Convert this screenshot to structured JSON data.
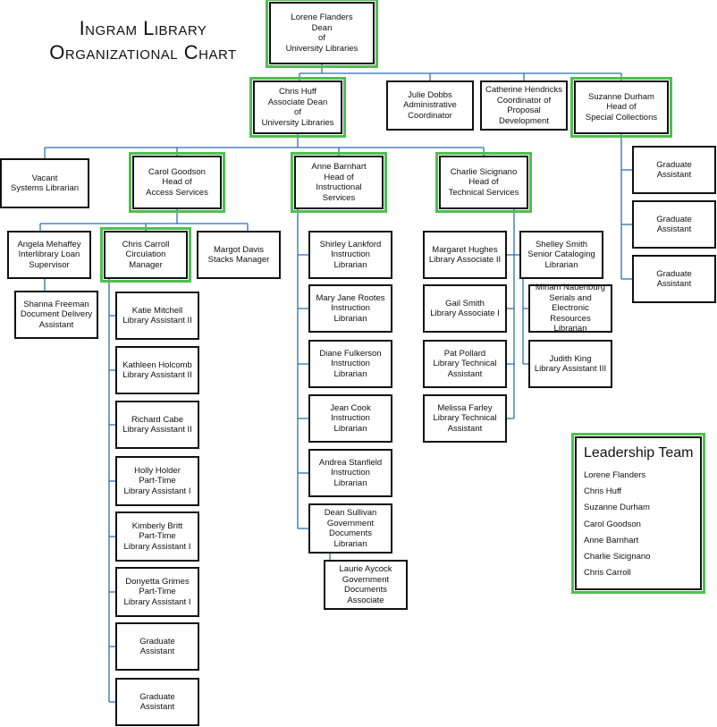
{
  "title": {
    "line1": "Ingram Library",
    "line2": "Organizational Chart"
  },
  "connector_color": "#2b6fb3",
  "leadership_color": "#4fbf4f",
  "units": [
    {
      "id": "dean",
      "lines": [
        "Lorene Flanders",
        "Dean",
        "of",
        "University Libraries"
      ],
      "leadership": true
    },
    {
      "id": "assoc-dean",
      "lines": [
        "Chris Huff",
        "Associate Dean",
        "of",
        "University Libraries"
      ],
      "leadership": true
    },
    {
      "id": "admin-coord",
      "lines": [
        "Julie Dobbs",
        "Administrative",
        "Coordinator"
      ],
      "leadership": false
    },
    {
      "id": "prop-dev",
      "lines": [
        "Catherine Hendricks",
        "Coordinator of",
        "Proposal",
        "Development"
      ],
      "leadership": false
    },
    {
      "id": "special-coll",
      "lines": [
        "Suzanne Durham",
        "Head of",
        "Special Collections"
      ],
      "leadership": true
    },
    {
      "id": "sc-ga-1",
      "lines": [
        "Graduate",
        "Assistant"
      ],
      "leadership": false
    },
    {
      "id": "sc-ga-2",
      "lines": [
        "Graduate",
        "Assistant"
      ],
      "leadership": false
    },
    {
      "id": "sc-ga-3",
      "lines": [
        "Graduate",
        "Assistant"
      ],
      "leadership": false
    },
    {
      "id": "systems",
      "lines": [
        "Vacant",
        "Systems Librarian"
      ],
      "leadership": false
    },
    {
      "id": "access",
      "lines": [
        "Carol Goodson",
        "Head of",
        "Access Services"
      ],
      "leadership": true
    },
    {
      "id": "instruction",
      "lines": [
        "Anne Barnhart",
        "Head of",
        "Instructional",
        "Services"
      ],
      "leadership": true
    },
    {
      "id": "technical",
      "lines": [
        "Charlie Sicignano",
        "Head of",
        "Technical Services"
      ],
      "leadership": true
    },
    {
      "id": "ill",
      "lines": [
        "Angela Mehaffey",
        "Interlibrary Loan",
        "Supervisor"
      ],
      "leadership": false
    },
    {
      "id": "circulation",
      "lines": [
        "Chris Carroll",
        "Circulation",
        "Manager"
      ],
      "leadership": true
    },
    {
      "id": "stacks",
      "lines": [
        "Margot Davis",
        "Stacks Manager"
      ],
      "leadership": false
    },
    {
      "id": "doc-delivery",
      "lines": [
        "Shanna Freeman",
        "Document Delivery",
        "Assistant"
      ],
      "leadership": false
    },
    {
      "id": "circ-1",
      "lines": [
        "Katie Mitchell",
        "Library Assistant II"
      ],
      "leadership": false
    },
    {
      "id": "circ-2",
      "lines": [
        "Kathleen Holcomb",
        "Library Assistant II"
      ],
      "leadership": false
    },
    {
      "id": "circ-3",
      "lines": [
        "Richard Cabe",
        "Library Assistant II"
      ],
      "leadership": false
    },
    {
      "id": "circ-4",
      "lines": [
        "Holly Holder",
        "Part-Time",
        "Library Assistant I"
      ],
      "leadership": false
    },
    {
      "id": "circ-5",
      "lines": [
        "Kimberly Britt",
        "Part-Time",
        "Library Assistant I"
      ],
      "leadership": false
    },
    {
      "id": "circ-6",
      "lines": [
        "Donyetta Grimes",
        "Part-Time",
        "Library Assistant I"
      ],
      "leadership": false
    },
    {
      "id": "circ-7",
      "lines": [
        "Graduate",
        "Assistant"
      ],
      "leadership": false
    },
    {
      "id": "circ-8",
      "lines": [
        "Graduate",
        "Assistant"
      ],
      "leadership": false
    },
    {
      "id": "inst-1",
      "lines": [
        "Shirley Lankford",
        "Instruction",
        "Librarian"
      ],
      "leadership": false
    },
    {
      "id": "inst-2",
      "lines": [
        "Mary Jane Rootes",
        "Instruction",
        "Librarian"
      ],
      "leadership": false
    },
    {
      "id": "inst-3",
      "lines": [
        "Diane Fulkerson",
        "Instruction",
        "Librarian"
      ],
      "leadership": false
    },
    {
      "id": "inst-4",
      "lines": [
        "Jean Cook",
        "Instruction",
        "Librarian"
      ],
      "leadership": false
    },
    {
      "id": "inst-5",
      "lines": [
        "Andrea Stanfield",
        "Instruction",
        "Librarian"
      ],
      "leadership": false
    },
    {
      "id": "inst-6",
      "lines": [
        "Dean Sullivan",
        "Government",
        "Documents",
        "Librarian"
      ],
      "leadership": false
    },
    {
      "id": "gov-docs",
      "lines": [
        "Laurie Aycock",
        "Government",
        "Documents",
        "Associate"
      ],
      "leadership": false
    },
    {
      "id": "tech-1",
      "lines": [
        "Margaret Hughes",
        "Library Associate II"
      ],
      "leadership": false
    },
    {
      "id": "tech-2",
      "lines": [
        "Gail Smith",
        "Library Associate I"
      ],
      "leadership": false
    },
    {
      "id": "tech-3",
      "lines": [
        "Pat Pollard",
        "Library Technical",
        "Assistant"
      ],
      "leadership": false
    },
    {
      "id": "tech-4",
      "lines": [
        "Melissa Farley",
        "Library Technical",
        "Assistant"
      ],
      "leadership": false
    },
    {
      "id": "cataloging",
      "lines": [
        "Shelley Smith",
        "Senior Cataloging",
        "Librarian"
      ],
      "leadership": false
    },
    {
      "id": "cat-1",
      "lines": [
        "Miriam Nauenburg",
        "Serials and",
        "Electronic",
        "Resources",
        "Librarian"
      ],
      "leadership": false
    },
    {
      "id": "cat-2",
      "lines": [
        "Judith King",
        "Library Assistant III"
      ],
      "leadership": false
    }
  ],
  "leadership_team": {
    "title": "Leadership Team",
    "members": [
      "Lorene Flanders",
      "Chris Huff",
      "Suzanne Durham",
      "Carol Goodson",
      "Anne Barnhart",
      "Charlie Sicignano",
      "Chris Carroll"
    ]
  }
}
